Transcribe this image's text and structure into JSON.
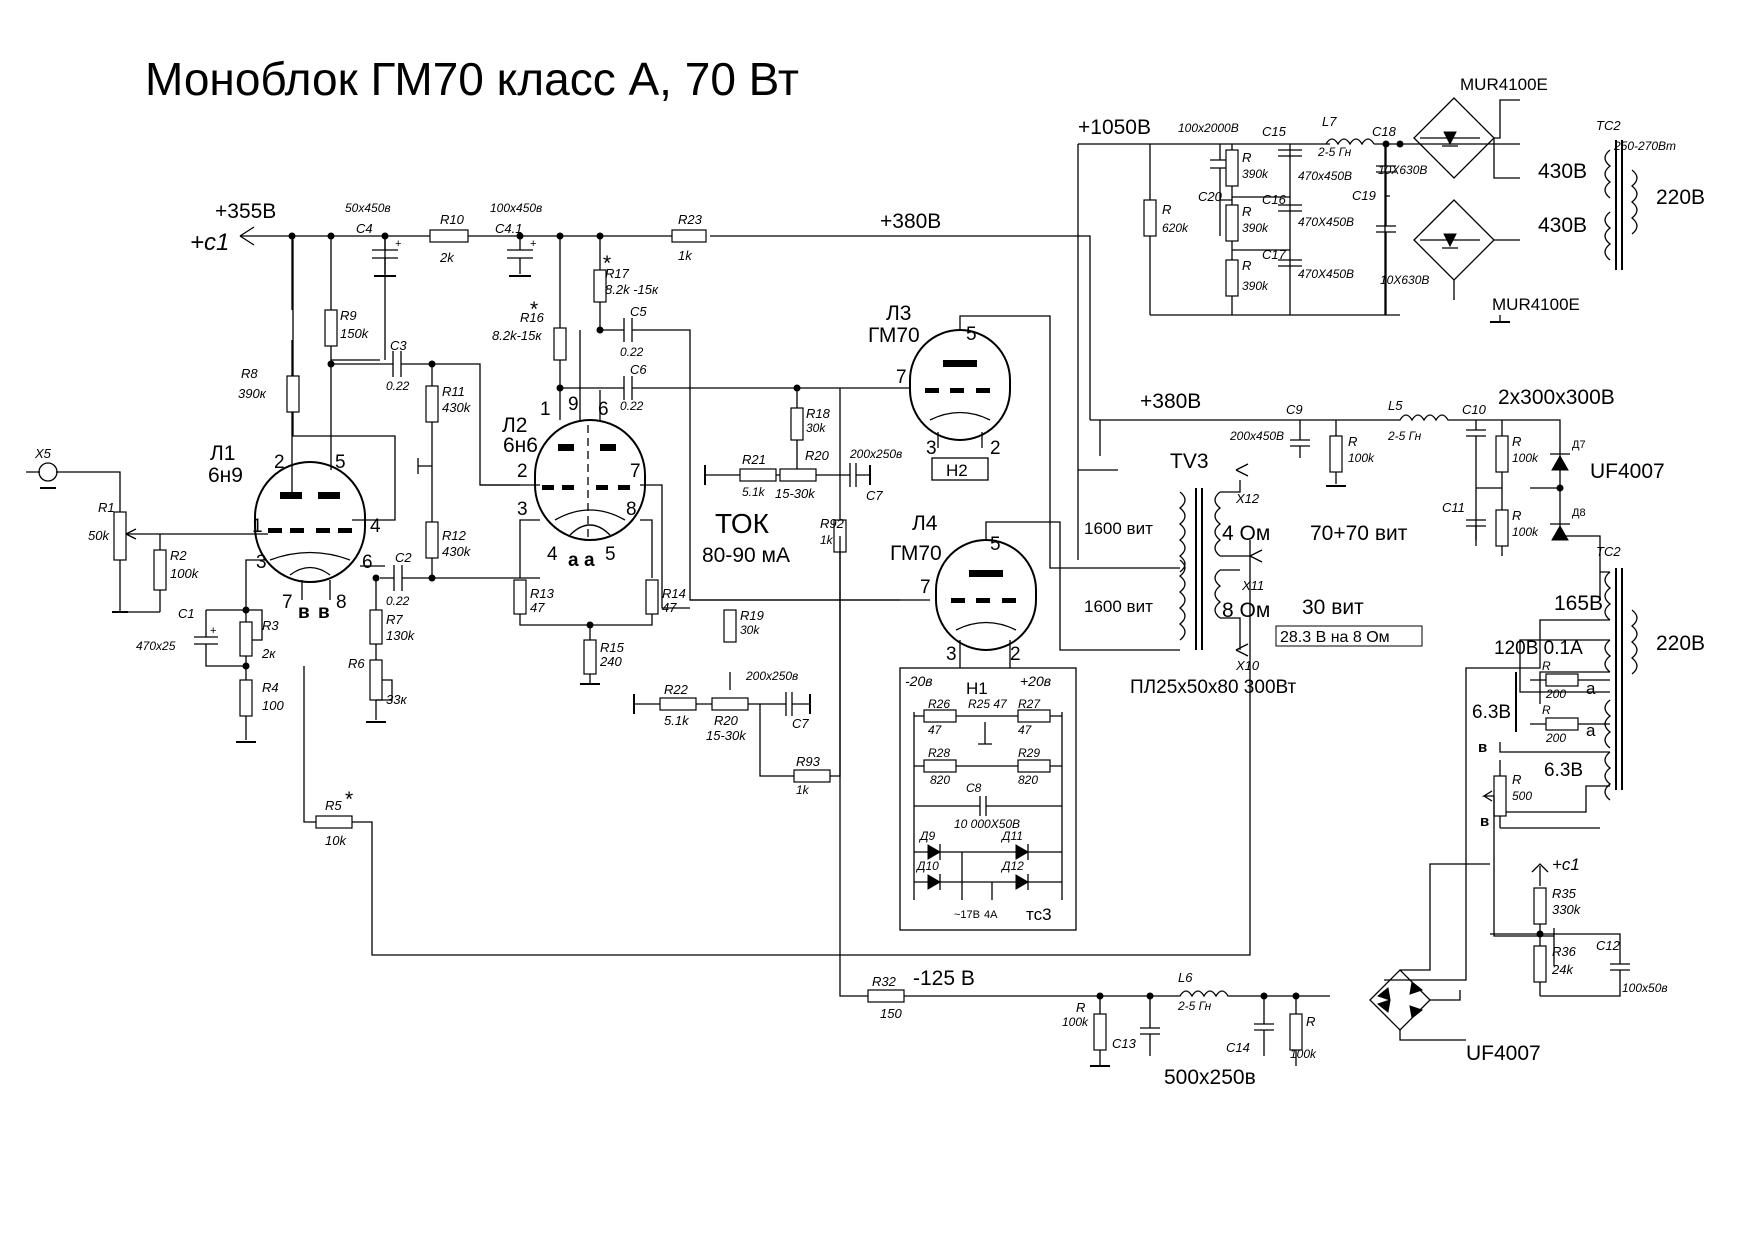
{
  "title": "Моноблок ГМ70 класс А, 70 Вт",
  "rails": {
    "b355": "+355В",
    "c1": "+с1",
    "b380a": "+380В",
    "b1050": "+1050В",
    "b380b": "+380В",
    "m125": "-125 В",
    "v2x300": "2x300x300В",
    "c1b": "+с1"
  },
  "input": {
    "x5": "X5"
  },
  "tubes": {
    "l1": {
      "name": "Л1",
      "type": "6н9",
      "pins": [
        "1",
        "2",
        "3",
        "4",
        "5",
        "6",
        "7",
        "8",
        "в",
        "в"
      ]
    },
    "l2": {
      "name": "Л2",
      "type": "6н6",
      "pins": [
        "1",
        "9",
        "6",
        "2",
        "7",
        "3",
        "8",
        "4",
        "а",
        "а",
        "5"
      ]
    },
    "l3": {
      "name": "Л3",
      "type": "ГМ70",
      "pins": [
        "5",
        "7",
        "3",
        "2"
      ],
      "heater": "Н2"
    },
    "l4": {
      "name": "Л4",
      "type": "ГМ70",
      "pins": [
        "5",
        "7",
        "3",
        "2"
      ]
    }
  },
  "parts": {
    "r1": "R1",
    "r1v": "50k",
    "r2": "R2",
    "r2v": "100k",
    "r3": "R3",
    "r3v": "2к",
    "r4": "R4",
    "r4v": "100",
    "r5": "R5",
    "r5v": "10k",
    "r5s": "*",
    "r6": "R6",
    "r6v": "33к",
    "r7": "R7",
    "r7v": "130k",
    "r8": "R8",
    "r8v": "390к",
    "r9": "R9",
    "r9v": "150k",
    "r10": "R10",
    "r10v": "2k",
    "r11": "R11",
    "r11v": "430k",
    "r12": "R12",
    "r12v": "430k",
    "r13": "R13",
    "r13v": "47",
    "r14": "R14",
    "r14v": "47",
    "r15": "R15",
    "r15v": "240",
    "r16": "R16",
    "r16v": "8.2k-15к",
    "r16s": "*",
    "r17": "R17",
    "r17v": "8.2k -15к",
    "r17s": "*",
    "r18": "R18",
    "r18v": "30k",
    "r19": "R19",
    "r19v": "30k",
    "r20a": "R20",
    "r20av": "15-30k",
    "r20b": "R20",
    "r20bv": "15-30k",
    "r21": "R21",
    "r21v": "5.1k",
    "r22": "R22",
    "r22v": "5.1k",
    "r23": "R23",
    "r23v": "1k",
    "r32": "R32",
    "r32v": "150",
    "r35": "R35",
    "r35v": "330k",
    "r36": "R36",
    "r36v": "24k",
    "r92": "R92",
    "r92v": "1k",
    "r93": "R93",
    "r93v": "1k",
    "c1": "C1",
    "c1v": "470x25",
    "c2": "C2",
    "c2v": "0.22",
    "c3": "C3",
    "c3v": "0.22",
    "c4": "C4",
    "c4v": "50x450в",
    "c41": "C4.1",
    "c41v": "100x450в",
    "c5": "C5",
    "c5v": "0.22",
    "c6": "C6",
    "c6v": "0.22",
    "c7a": "C7",
    "c7av": "200x250в",
    "c7b": "C7",
    "c7bv": "200x250в",
    "c9": "C9",
    "c9v": "200x450В",
    "c10": "C10",
    "c11": "C11",
    "c12": "C12",
    "c12v": "100x50в",
    "c13": "C13",
    "c14": "C14",
    "c13v": "500x250в",
    "c15": "C15",
    "c16": "C16",
    "c17": "C17",
    "c15v": "470x450В",
    "c16v": "470X450В",
    "c17v": "470X450В",
    "c18": "C18",
    "c18v": "10X630В",
    "c19": "C19",
    "c19v": "10X630В",
    "c20": "C20",
    "c20v": "100x2000В",
    "l5": "L5",
    "l5v": "2-5 Гн",
    "l6": "L6",
    "l6v": "2-5 Гн",
    "l7": "L7",
    "l7v": "2-5 Гн",
    "rr": "R",
    "r620": "620k",
    "r390": "390k",
    "r100k": "100k",
    "r500": "500",
    "r200": "200",
    "d7": "Д7",
    "d8": "Д8",
    "d9": "Д9",
    "d10": "Д10",
    "d11": "Д11",
    "d12": "Д12"
  },
  "heater": {
    "h1": "Н1",
    "m20": "-20в",
    "p20": "+20в",
    "r25": "R25 47",
    "r26": "R26",
    "r27": "R27",
    "r2627v": "47",
    "r28": "R28",
    "r29": "R29",
    "r2829v": "820",
    "c8": "C8",
    "c8v": "10 000X50В",
    "ac": "~17В",
    "amp": "4А",
    "tc3": "тс3"
  },
  "current": {
    "label": "ТОК",
    "value": "80-90 мА"
  },
  "outputTransformer": {
    "name": "TV3",
    "prim1": "1600 вит",
    "prim2": "1600 вит",
    "x12": "X12",
    "x11": "X11",
    "x10": "X10",
    "ohm4": "4 Ом",
    "turns4": "70+70 вит",
    "ohm8": "8 Ом",
    "turns8": "30 вит",
    "volt": "28.3 В на 8 Ом",
    "core": "ПЛ25x50x80 300Вт"
  },
  "powerTransformer": {
    "tc2a": "TC2",
    "rating": "250-270Вт",
    "sec1": "430В",
    "sec2": "430В",
    "pri": "220В",
    "bridge1": "MUR4100E",
    "bridge2": "MUR4100E"
  },
  "powerTransformer2": {
    "tc2b": "TC2",
    "sec165": "165В",
    "pri": "220В",
    "sec120": "120В 0.1А",
    "fil1": "6.3В",
    "fil2": "6.3В",
    "ua": "а",
    "ua2": "а",
    "ub": "в",
    "ub2": "в",
    "uf1": "UF4007",
    "uf2": "UF4007"
  }
}
